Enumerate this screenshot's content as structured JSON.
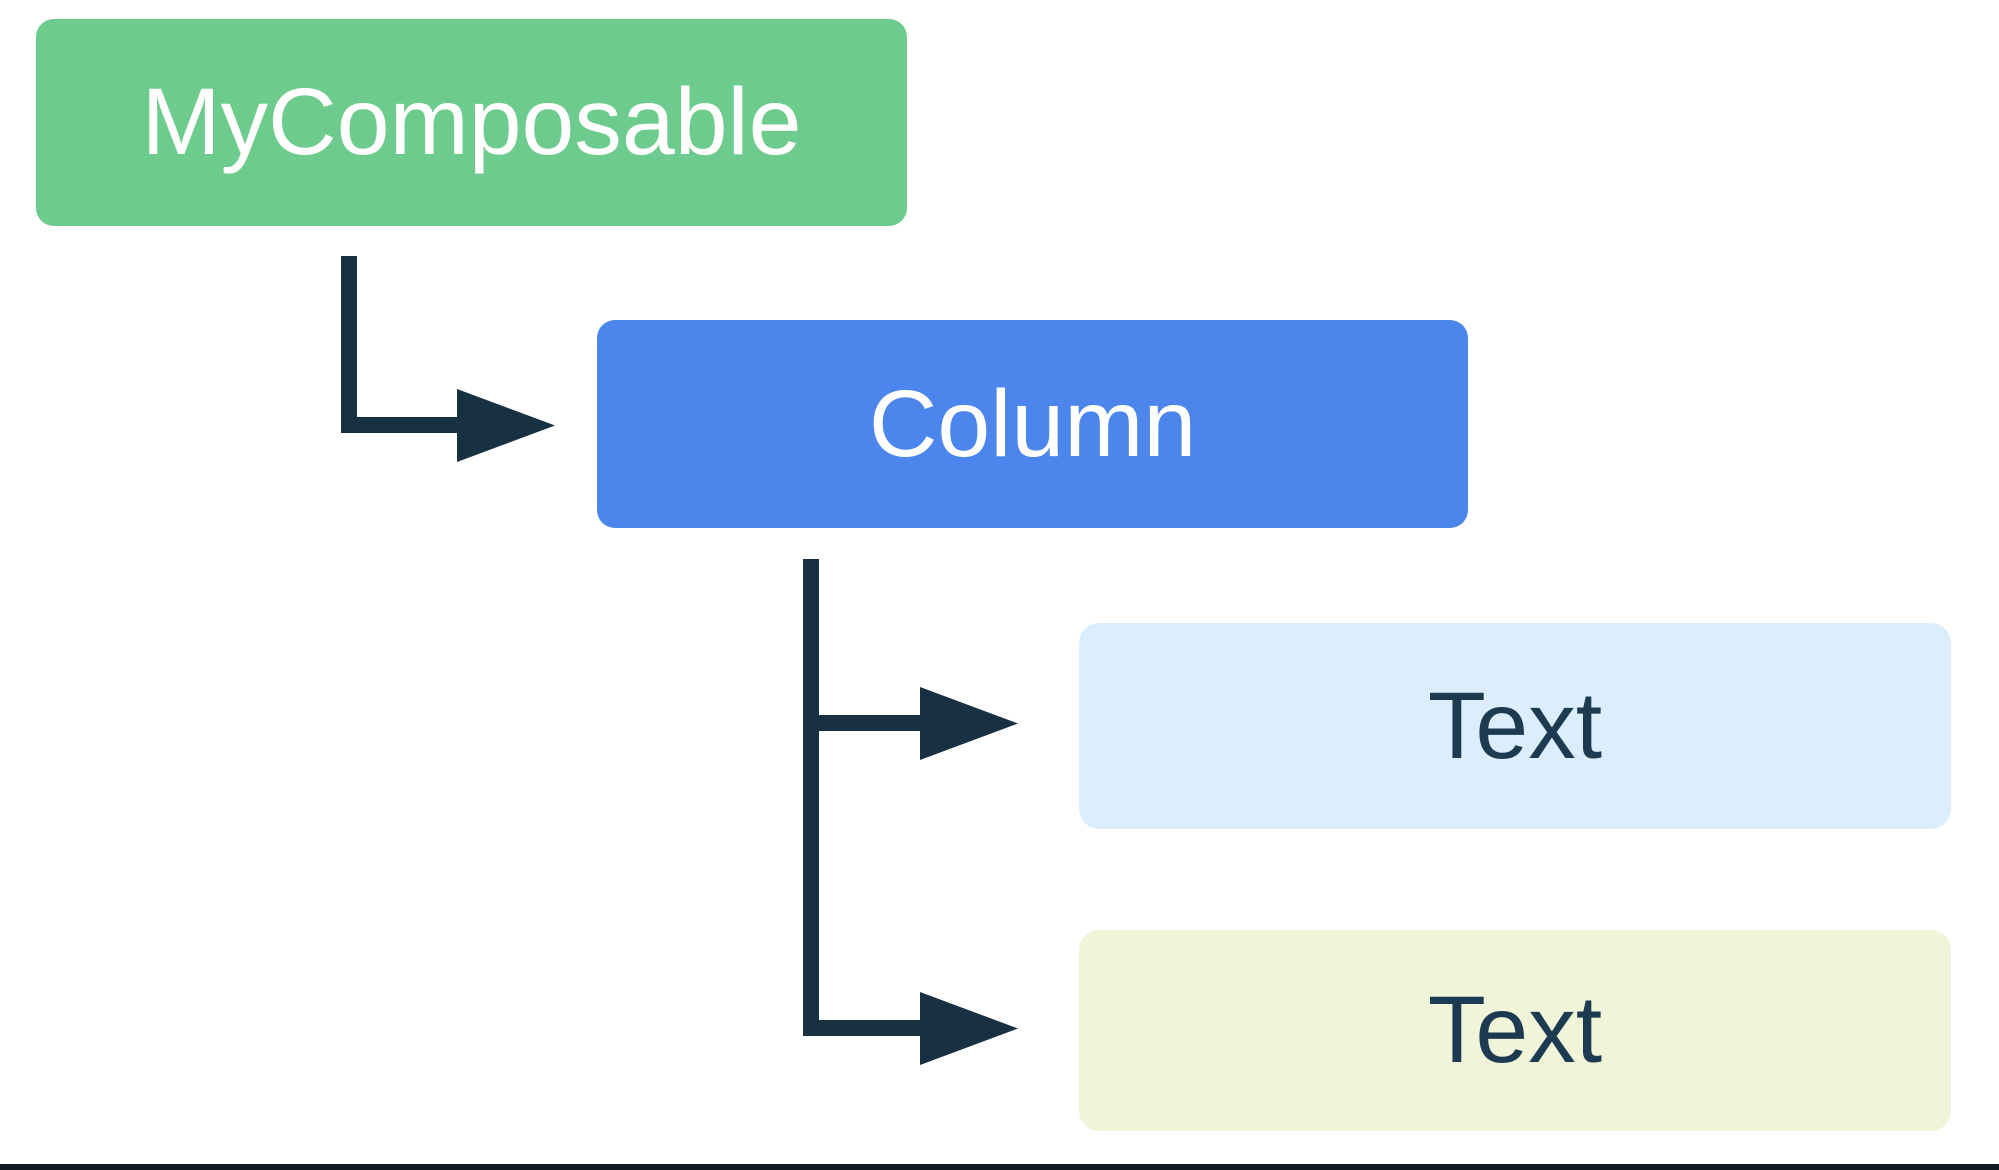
{
  "diagram": {
    "type": "ui-hierarchy-tree",
    "nodes": [
      {
        "id": "root",
        "label": "MyComposable",
        "fill": "#6DCB8D",
        "text_color": "#FFFFFF"
      },
      {
        "id": "column",
        "label": "Column",
        "fill": "#4C85EC",
        "text_color": "#FFFFFF"
      },
      {
        "id": "text1",
        "label": "Text",
        "fill": "#DCEDFC",
        "text_color": "#1D3B50"
      },
      {
        "id": "text2",
        "label": "Text",
        "fill": "#F0F4D8",
        "text_color": "#1D3B50"
      }
    ],
    "edges": [
      {
        "from": "root",
        "to": "column"
      },
      {
        "from": "column",
        "to": "text1"
      },
      {
        "from": "column",
        "to": "text2"
      }
    ],
    "colors": {
      "arrow": "#173142",
      "bottom_rule": "#101820",
      "background": "#FFFFFF"
    }
  }
}
